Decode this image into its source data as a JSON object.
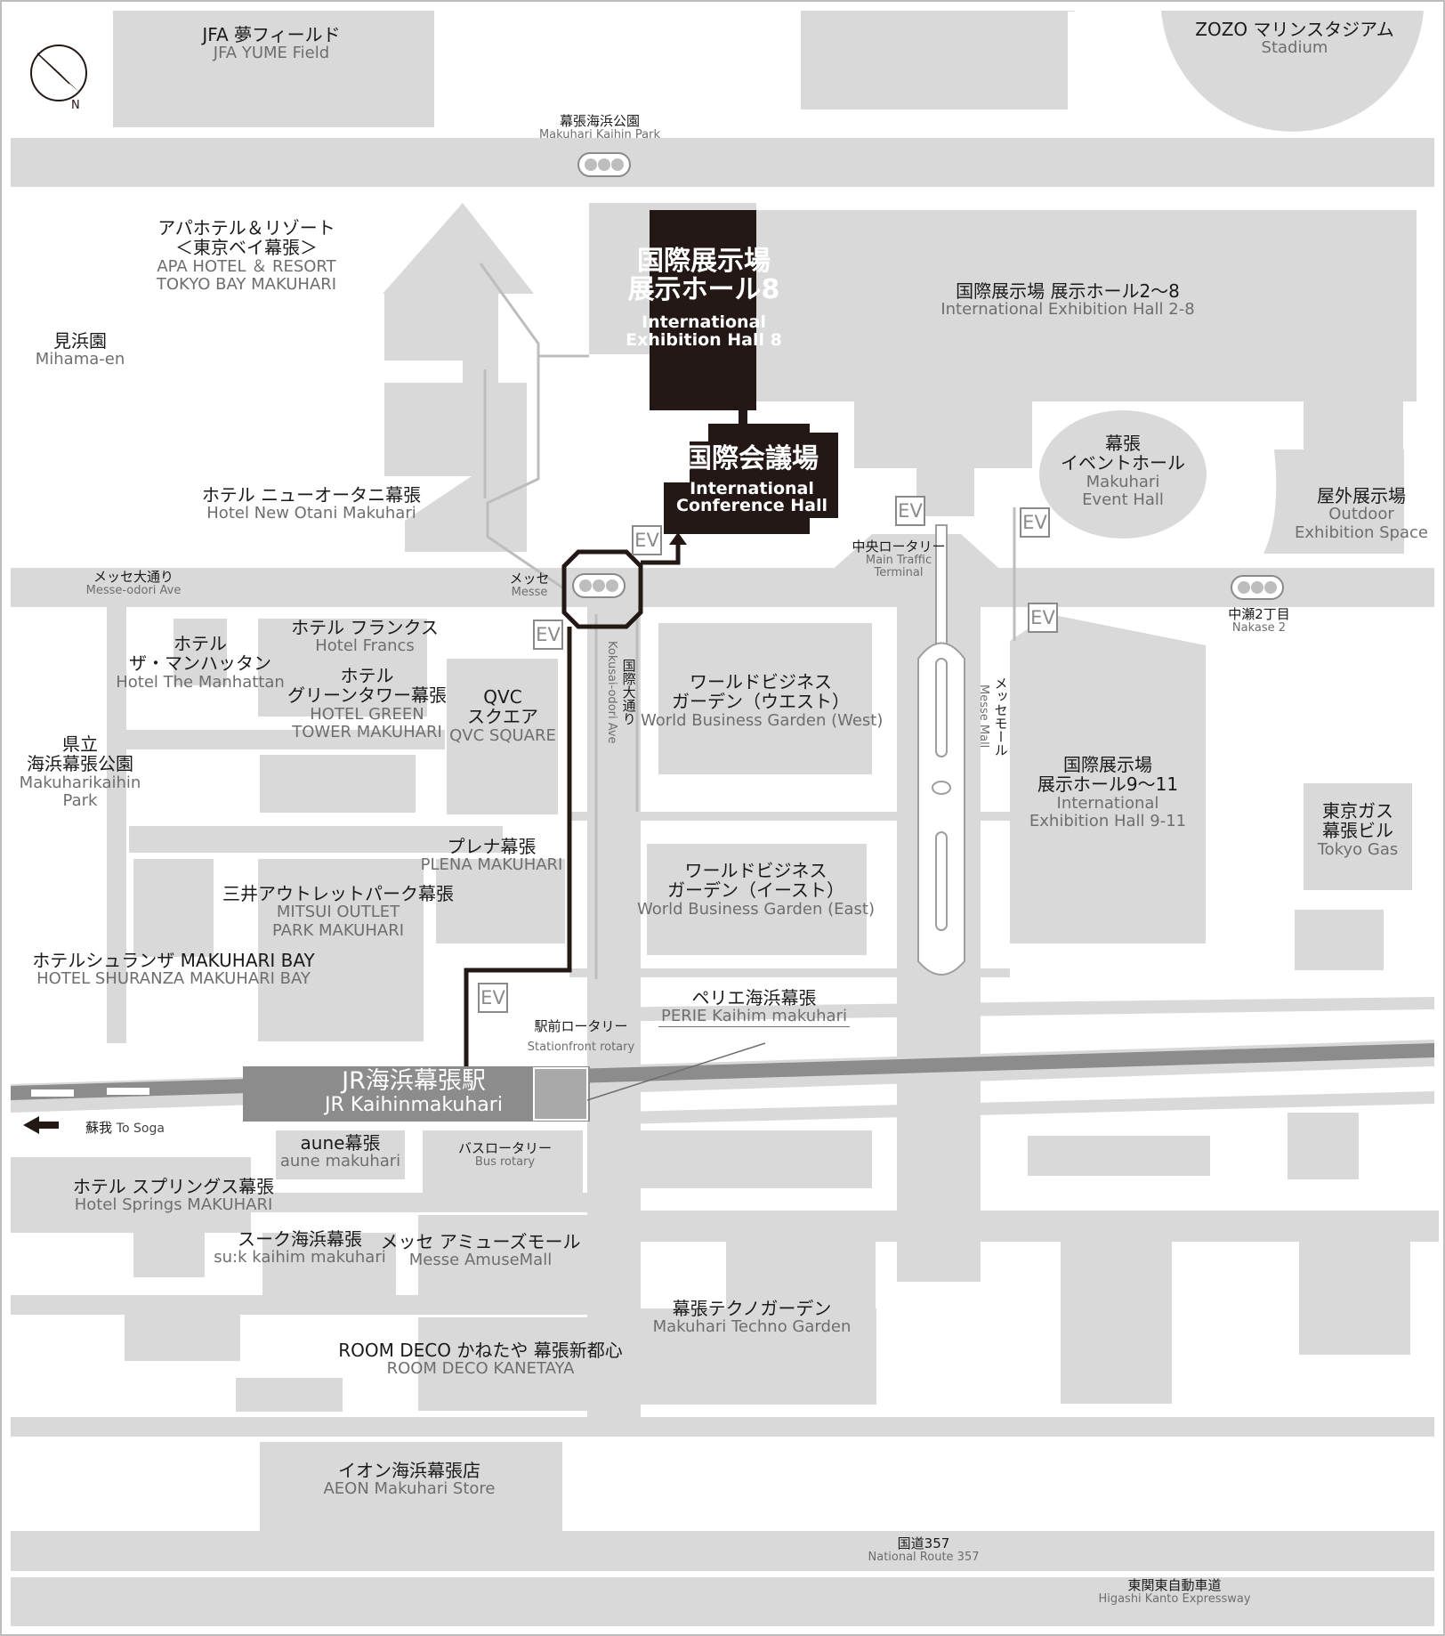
{
  "title": "Makuhari Messe area map",
  "colors": {
    "background": "#ffffff",
    "road": "#d9d9d9",
    "block": "#d9d9d9",
    "highlight": "#231815",
    "station": "#8c8c8c",
    "route": "#231815",
    "label_en": "#6e6e6e"
  },
  "compass": {
    "label": "N",
    "icon": "north-arrow-icon"
  },
  "highlights": {
    "hall8": {
      "jp": "国際展示場\n展示ホール8",
      "en": "International\nExhibition Hall 8"
    },
    "conference": {
      "jp": "国際会議場",
      "en": "International\nConference Hall"
    }
  },
  "station": {
    "jp": "JR海浜幕張駅",
    "en": "JR Kaihinmakuhari"
  },
  "ev_label": "EV",
  "to_soga": {
    "jp": "蘇我",
    "en": "To Soga",
    "icon": "left-arrow-icon"
  },
  "labels": [
    {
      "id": "jfa",
      "jp": "JFA 夢フィールド",
      "en": "JFA YUME Field"
    },
    {
      "id": "zozo",
      "jp": "ZOZO マリンスタジアム",
      "en": "Stadium"
    },
    {
      "id": "kaihin-park",
      "jp": "幕張海浜公園",
      "en": "Makuhari Kaihin Park"
    },
    {
      "id": "apa",
      "jp": "アパホテル＆リゾート\n＜東京ベイ幕張＞",
      "en": "APA HOTEL ＆ RESORT\nTOKYO BAY MAKUHARI"
    },
    {
      "id": "mihama",
      "jp": "見浜園",
      "en": "Mihama-en"
    },
    {
      "id": "hall2-8",
      "jp": "国際展示場 展示ホール2〜8",
      "en": "International Exhibition Hall 2-8"
    },
    {
      "id": "event-hall",
      "jp": "幕張\nイベントホール",
      "en": "Makuhari\nEvent Hall"
    },
    {
      "id": "outdoor",
      "jp": "屋外展示場",
      "en": "Outdoor\nExhibition Space"
    },
    {
      "id": "otani",
      "jp": "ホテル ニューオータニ幕張",
      "en": "Hotel New Otani Makuhari"
    },
    {
      "id": "traffic-terminal",
      "jp": "中央ロータリー",
      "en": "Main Traffic\nTerminal"
    },
    {
      "id": "messe-odori",
      "jp": "メッセ大通り",
      "en": "Messe-odori Ave"
    },
    {
      "id": "messe-signal",
      "jp": "メッセ",
      "en": "Messe"
    },
    {
      "id": "nakase",
      "jp": "中瀬2丁目",
      "en": "Nakase 2"
    },
    {
      "id": "manhattan",
      "jp": "ホテル\nザ・マンハッタン",
      "en": "Hotel The Manhattan"
    },
    {
      "id": "francs",
      "jp": "ホテル フランクス",
      "en": "Hotel Francs"
    },
    {
      "id": "green-tower",
      "jp": "ホテル\nグリーンタワー幕張",
      "en": "HOTEL GREEN\nTOWER MAKUHARI"
    },
    {
      "id": "qvc",
      "jp": "QVC\nスクエア",
      "en": "QVC SQUARE"
    },
    {
      "id": "wbg-west",
      "jp": "ワールドビジネス\nガーデン（ウエスト）",
      "en": "World Business Garden (West)"
    },
    {
      "id": "hall9-11",
      "jp": "国際展示場\n展示ホール9〜11",
      "en": "International\nExhibition Hall 9-11"
    },
    {
      "id": "kenritsu",
      "jp": "県立\n海浜幕張公園",
      "en": "Makuharikaihin\nPark"
    },
    {
      "id": "tokyo-gas",
      "jp": "東京ガス\n幕張ビル",
      "en": "Tokyo Gas"
    },
    {
      "id": "plena",
      "jp": "プレナ幕張",
      "en": "PLENA MAKUHARI"
    },
    {
      "id": "wbg-east",
      "jp": "ワールドビジネス\nガーデン（イースト）",
      "en": "World Business Garden (East)"
    },
    {
      "id": "mitsui",
      "jp": "三井アウトレットパーク幕張",
      "en": "MITSUI OUTLET\nPARK MAKUHARI"
    },
    {
      "id": "shuranza",
      "jp": "ホテルシュランザ MAKUHARI BAY",
      "en": "HOTEL SHURANZA MAKUHARI BAY"
    },
    {
      "id": "perie",
      "jp": "ペリエ海浜幕張",
      "en": "PERIE Kaihim makuhari"
    },
    {
      "id": "ekimae",
      "jp": "駅前ロータリー",
      "en": "Stationfront rotary"
    },
    {
      "id": "aune",
      "jp": "aune幕張",
      "en": "aune makuhari"
    },
    {
      "id": "bus-rotary",
      "jp": "バスロータリー",
      "en": "Bus rotary"
    },
    {
      "id": "springs",
      "jp": "ホテル スプリングス幕張",
      "en": "Hotel Springs MAKUHARI"
    },
    {
      "id": "suk",
      "jp": "スーク海浜幕張",
      "en": "su:k kaihim makuhari"
    },
    {
      "id": "amuse",
      "jp": "メッセ アミューズモール",
      "en": "Messe AmuseMall"
    },
    {
      "id": "techno",
      "jp": "幕張テクノガーデン",
      "en": "Makuhari Techno Garden"
    },
    {
      "id": "roomdeco",
      "jp": "ROOM DECO かねたや 幕張新都心",
      "en": "ROOM DECO KANETAYA"
    },
    {
      "id": "aeon",
      "jp": "イオン海浜幕張店",
      "en": "AEON Makuhari Store"
    },
    {
      "id": "route357",
      "jp": "国道357",
      "en": "National Route 357"
    },
    {
      "id": "expressway",
      "jp": "東関東自動車道",
      "en": "Higashi Kanto Expressway"
    }
  ],
  "vertical_labels": [
    {
      "id": "kokusai-odori",
      "jp": "国際大通り",
      "en": "Kokusai-odori Ave"
    },
    {
      "id": "messe-mall",
      "jp": "メッセモール",
      "en": "Messe Mall"
    }
  ]
}
